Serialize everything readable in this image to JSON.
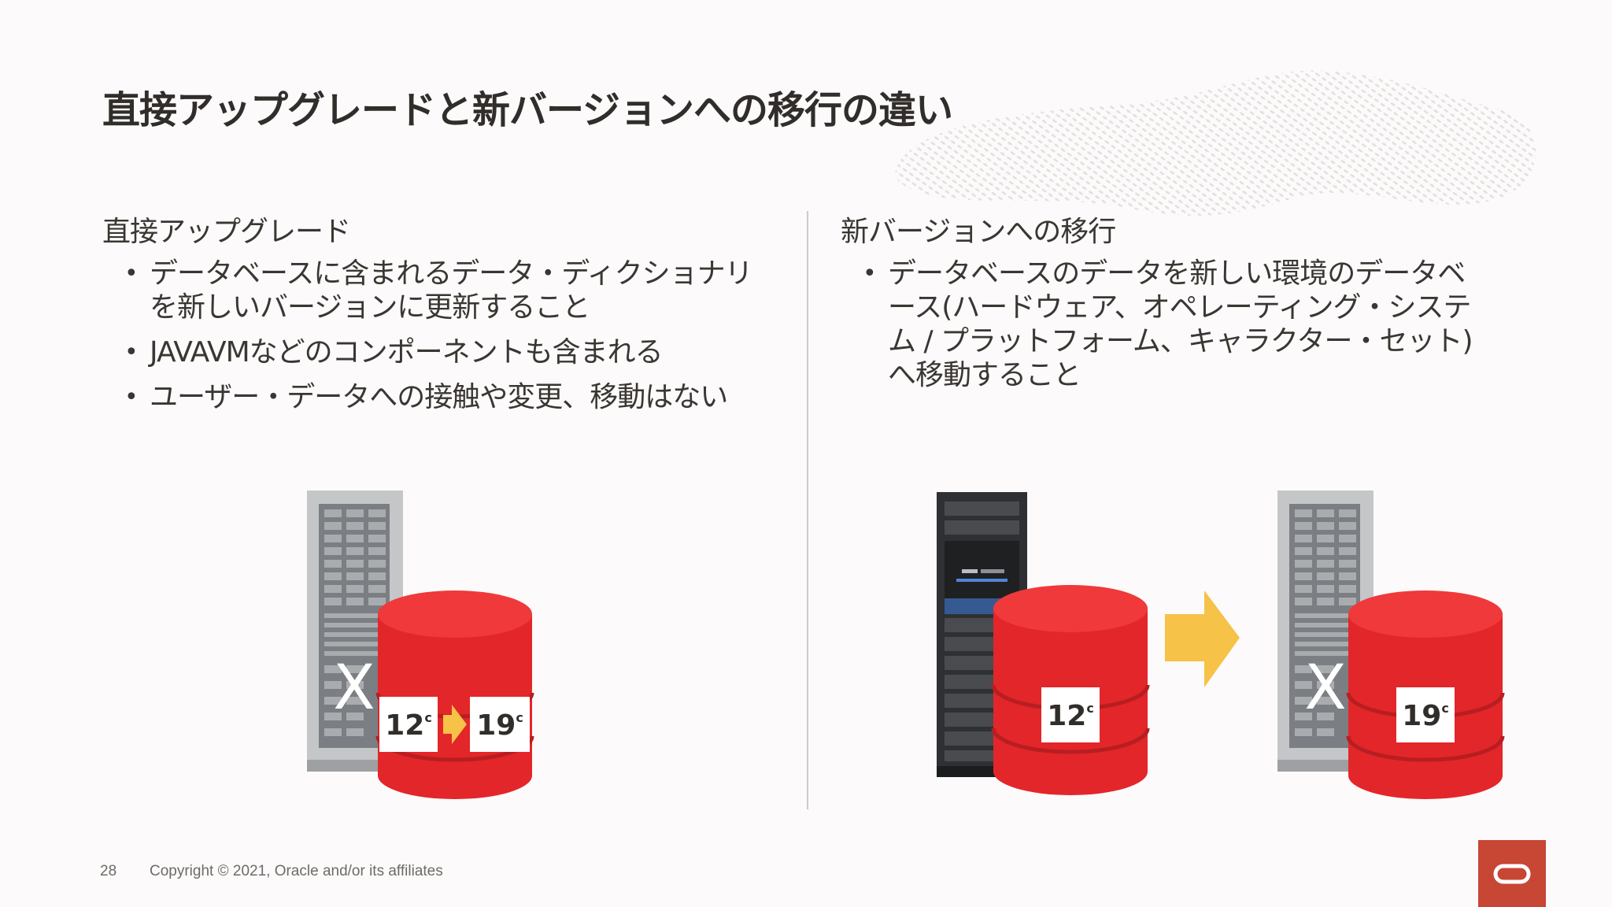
{
  "title": "直接アップグレードと新バージョンへの移行の違い",
  "left": {
    "heading": "直接アップグレード",
    "bullets": [
      "データベースに含まれるデータ・ディクショナリを新しいバージョンに更新すること",
      "JAVAVMなどのコンポーネントも含まれる",
      "ユーザー・データへの接触や変更、移動はない"
    ],
    "illustration": {
      "server_mark": "X",
      "from_version": "12",
      "from_suffix": "c",
      "to_version": "19",
      "to_suffix": "c"
    }
  },
  "right": {
    "heading": "新バージョンへの移行",
    "bullets": [
      "データベースのデータを新しい環境のデータベース(ハードウェア、オペレーティング・システム / プラットフォーム、キャラクター・セット)へ移動すること"
    ],
    "illustration": {
      "source_version": "12",
      "source_suffix": "c",
      "target_server_mark": "X",
      "target_version": "19",
      "target_suffix": "c"
    }
  },
  "footer": {
    "page_number": "28",
    "copyright": "Copyright © 2021, Oracle and/or its affiliates"
  },
  "colors": {
    "accent_red": "#e3262a",
    "arrow_yellow": "#f6c247",
    "oracle_red": "#c74634"
  },
  "icons": [
    "exadata-server-icon",
    "database-cylinder-icon",
    "arrow-right-icon",
    "oracle-logo-icon"
  ]
}
